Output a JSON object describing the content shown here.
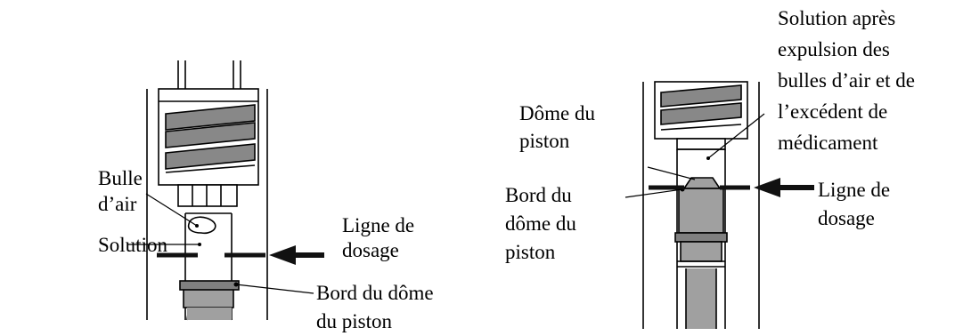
{
  "left_panel": {
    "labels": {
      "air_bubble": [
        "Bulle",
        "d’air"
      ],
      "solution": [
        "Solution"
      ],
      "dosing_line": [
        "Ligne de",
        "dosage"
      ],
      "piston_dome_edge": [
        "Bord du dôme",
        "du piston"
      ]
    }
  },
  "right_panel": {
    "labels": {
      "solution_after_expulsion": [
        "Solution après",
        "expulsion des",
        "bulles d’air et de",
        "l’excédent de",
        "médicament"
      ],
      "piston_dome": [
        "Dôme du",
        "piston"
      ],
      "piston_dome_edge": [
        "Bord du",
        "dôme du",
        "piston"
      ],
      "dosing_line": [
        "Ligne de",
        "dosage"
      ]
    }
  },
  "colors": {
    "stroke": "#000000",
    "background": "#ffffff",
    "plunger_gray": "#a0a0a0",
    "plunger_dark": "#808080",
    "indicator_line": "#111111"
  }
}
